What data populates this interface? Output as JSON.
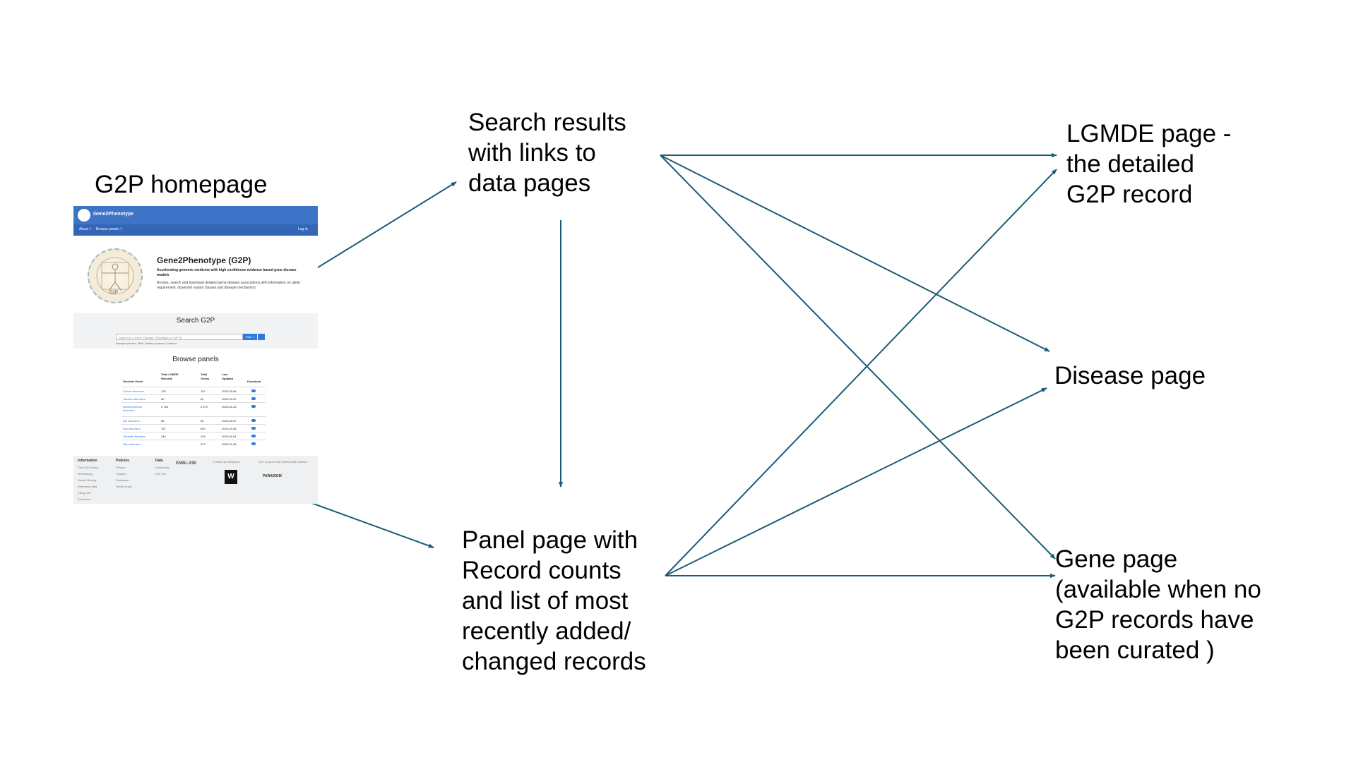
{
  "labels": {
    "homepage": [
      "G2P homepage"
    ],
    "search": [
      "Search results",
      "with links to",
      "data pages"
    ],
    "panel": [
      "Panel page with",
      "Record counts",
      "and list of most",
      "recently added/",
      "changed records"
    ],
    "lgmde": [
      "LGMDE page -",
      "the detailed",
      "G2P record"
    ],
    "disease": [
      "Disease page"
    ],
    "gene": [
      "Gene page",
      "(available when no",
      "G2P records have",
      "been curated )"
    ]
  },
  "arrow_color": "#1c5b78",
  "thumbnail": {
    "brand": "Gene2Phenotype",
    "nav": [
      "About ˅",
      "Browse panels ˅",
      "Log in"
    ],
    "logo_text": "G2P",
    "title": "Gene2Phenotype (G2P)",
    "subtitle": "Accelerating genomic medicine with high confidence evidence based gene disease models",
    "description": "Browse, search and download detailed gene-disease associations with information on allelic requirement, observed variant classes and disease mechanism.",
    "search_title": "Search G2P",
    "search_placeholder": "Search for a Gene, Disease, Phenotype or G2P ID",
    "filter_label": "Filter ˅",
    "examples": "Example searches: FBN1 | Marfan syndrome | Cataract",
    "browse_title": "Browse panels",
    "table_headers": [
      "Disorder Panel",
      "Total LGMDE Records",
      "Total Genes",
      "Last Updated",
      "Download"
    ],
    "rows": [
      {
        "panel": "Cancer disorders",
        "records": "125",
        "genes": "112",
        "updated": "2025-05-08"
      },
      {
        "panel": "Cardiac disorders",
        "records": "60",
        "genes": "54",
        "updated": "2025-04-09"
      },
      {
        "panel": "Developmental disorders",
        "records": "2,780",
        "genes": "2,479",
        "updated": "2025-06-16"
      },
      {
        "panel": "Ear disorders",
        "records": "86",
        "genes": "83",
        "updated": "2025-05-07"
      },
      {
        "panel": "Eye disorders",
        "records": "767",
        "genes": "690",
        "updated": "2025-04-28"
      },
      {
        "panel": "Skeletal disorders",
        "records": "344",
        "genes": "294",
        "updated": "2025-06-04"
      },
      {
        "panel": "Skin disorders",
        "records": "",
        "genes": "677",
        "updated": "2025-04-28"
      }
    ],
    "footer": {
      "information": [
        "Information",
        "The G2P project",
        "Terminology",
        "Variant filtering",
        "Reference data",
        "Citing G2P",
        "Contact us"
      ],
      "policies": [
        "Policies",
        "Privacy",
        "Cookies",
        "Disclaimer",
        "Terms of use"
      ],
      "data": [
        "Data",
        "Downloads",
        "G2P API"
      ],
      "embl": "EMBL-EBI",
      "funded": "Funded by Wellcome",
      "paradigm_note": "G2P is part of the PARADIGM initiative.",
      "paradigm": "PARADIGM",
      "wellcome_mark": "W"
    }
  }
}
